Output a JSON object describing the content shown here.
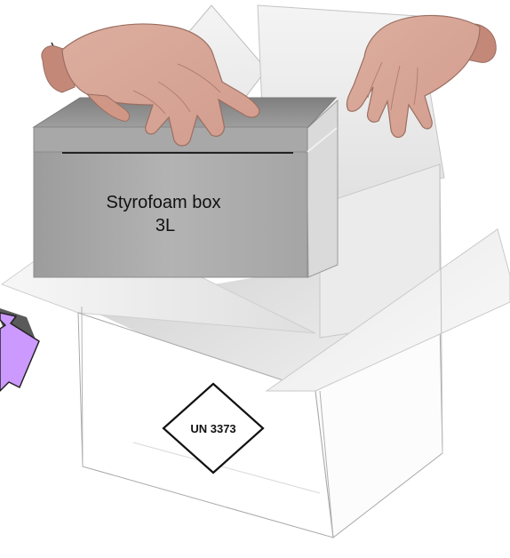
{
  "styrofoam_box": {
    "label_line1": "Styrofoam box",
    "label_line2": "3L"
  },
  "un_label": {
    "text": "UN 3373"
  },
  "colors": {
    "skin": "#d9a99a",
    "skin_shadow": "#c98f80",
    "skin_outline": "#9a6f62",
    "styrofoam_front": "#adadad",
    "styrofoam_top": "#8f8f8f",
    "arrow_fill": "#cc99ff",
    "arrow_shadow": "#555555",
    "carton_line": "#9a9a9a"
  }
}
